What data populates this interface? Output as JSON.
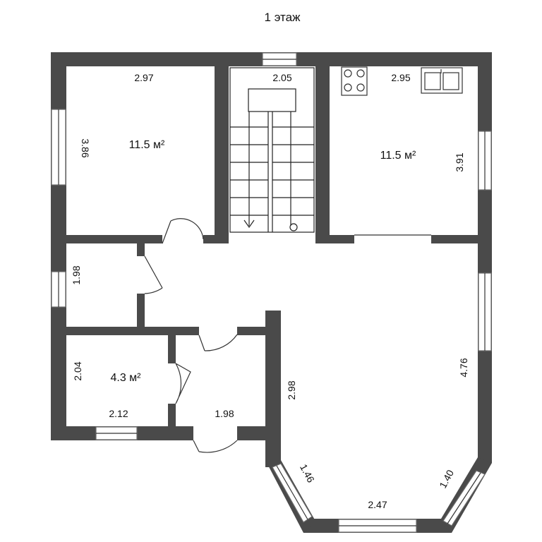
{
  "floor_title": "1 этаж",
  "rooms": {
    "bedroom_top_left": {
      "width": "2.97",
      "height": "3.86",
      "area": "11.5 м²"
    },
    "stairwell": {
      "width": "2.05"
    },
    "kitchen": {
      "width": "2.95",
      "height": "3.91",
      "area": "11.5 м²"
    },
    "storage_left": {
      "height": "1.98"
    },
    "bathroom": {
      "height": "2.04",
      "width": "2.12",
      "area": "4.3 м²"
    },
    "entrance": {
      "width": "1.98"
    },
    "living": {
      "right_height": "4.76",
      "left_height": "2.98",
      "bay_left": "1.46",
      "bay_bottom": "2.47",
      "bay_right": "1.40"
    }
  }
}
